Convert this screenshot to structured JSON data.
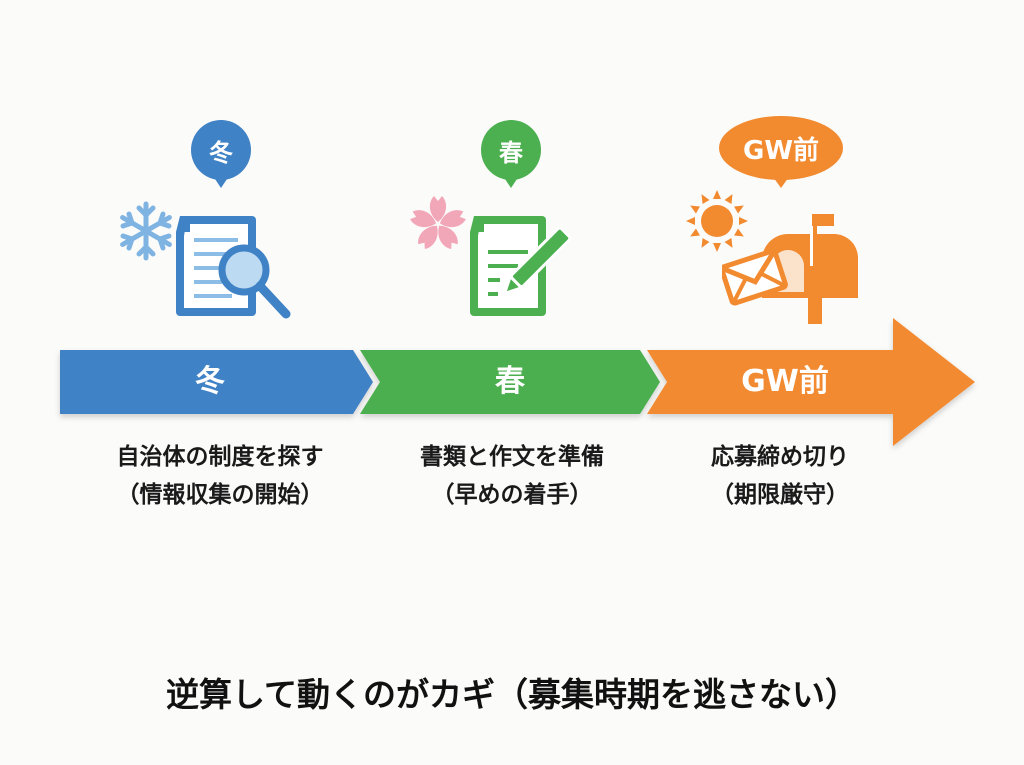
{
  "colors": {
    "winter": "#3f82c6",
    "spring": "#4caf50",
    "gw": "#f28a30",
    "sakura": "#f2a7b8",
    "text": "#1a1a1a",
    "background": "#fbfbfa"
  },
  "stages": [
    {
      "bubble_label": "冬",
      "bar_label": "冬",
      "icon": "document-search-icon",
      "decoration_icon": "snowflake-icon",
      "caption_line1": "自治体の制度を探す",
      "caption_line2": "（情報収集の開始）"
    },
    {
      "bubble_label": "春",
      "bar_label": "春",
      "icon": "document-pen-icon",
      "decoration_icon": "sakura-flower-icon",
      "caption_line1": "書類と作文を準備",
      "caption_line2": "（早めの着手）"
    },
    {
      "bubble_label": "GW前",
      "bar_label": "GW前",
      "icon": "mailbox-envelope-icon",
      "decoration_icon": "sun-icon",
      "caption_line1": "応募締め切り",
      "caption_line2": "（期限厳守）"
    }
  ],
  "footer": {
    "message": "逆算して動くのがカギ（募集時期を逃さない）"
  }
}
